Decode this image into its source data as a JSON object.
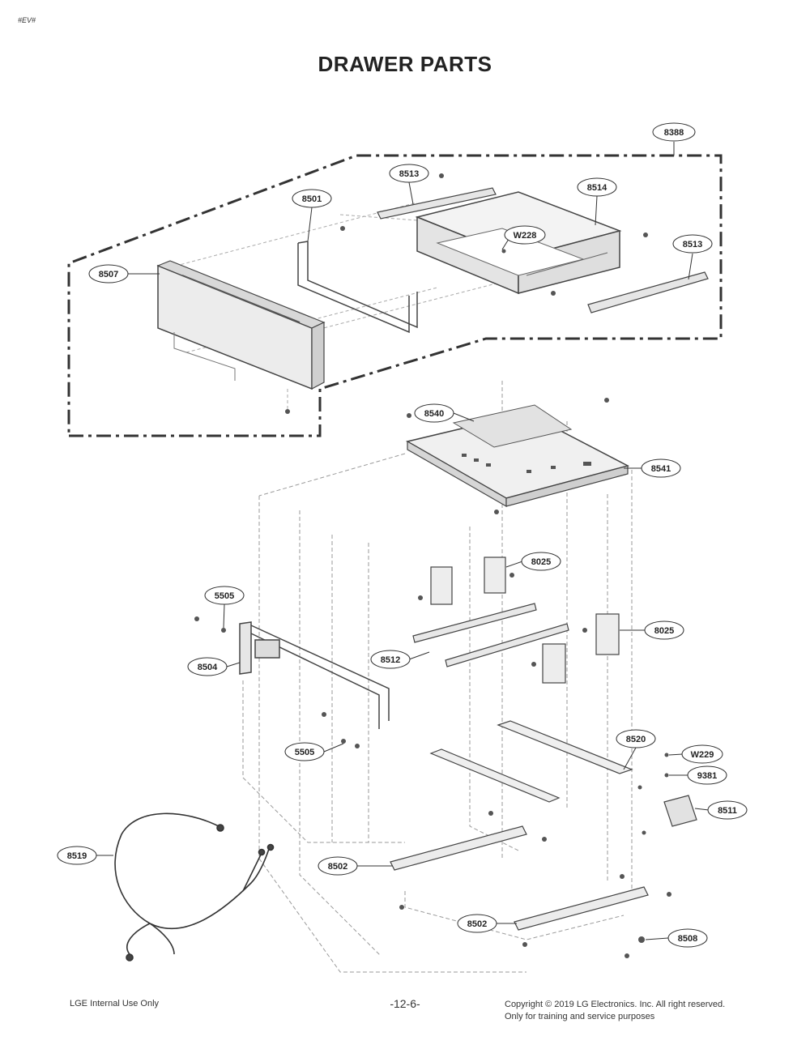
{
  "header": {
    "corner_text": "#EV#",
    "title": "DRAWER PARTS"
  },
  "footer": {
    "left": "LGE Internal Use Only",
    "page": "-12-6-",
    "copyright_line1": "Copyright © 2019 LG Electronics. Inc. All right reserved.",
    "copyright_line2": "Only for training and service purposes"
  },
  "callouts": [
    {
      "id": "8388"
    },
    {
      "id": "8513"
    },
    {
      "id": "8501"
    },
    {
      "id": "8514"
    },
    {
      "id": "W228"
    },
    {
      "id": "8513"
    },
    {
      "id": "8507"
    },
    {
      "id": "8540"
    },
    {
      "id": "8541"
    },
    {
      "id": "8025"
    },
    {
      "id": "5505"
    },
    {
      "id": "8025"
    },
    {
      "id": "8504"
    },
    {
      "id": "8512"
    },
    {
      "id": "5505"
    },
    {
      "id": "8520"
    },
    {
      "id": "W229"
    },
    {
      "id": "9381"
    },
    {
      "id": "8511"
    },
    {
      "id": "8519"
    },
    {
      "id": "8502"
    },
    {
      "id": "8502"
    },
    {
      "id": "8508"
    }
  ],
  "colors": {
    "line": "#333333",
    "part": "#555555",
    "hidden": "#9a9a9a",
    "fill": "#ececec"
  }
}
